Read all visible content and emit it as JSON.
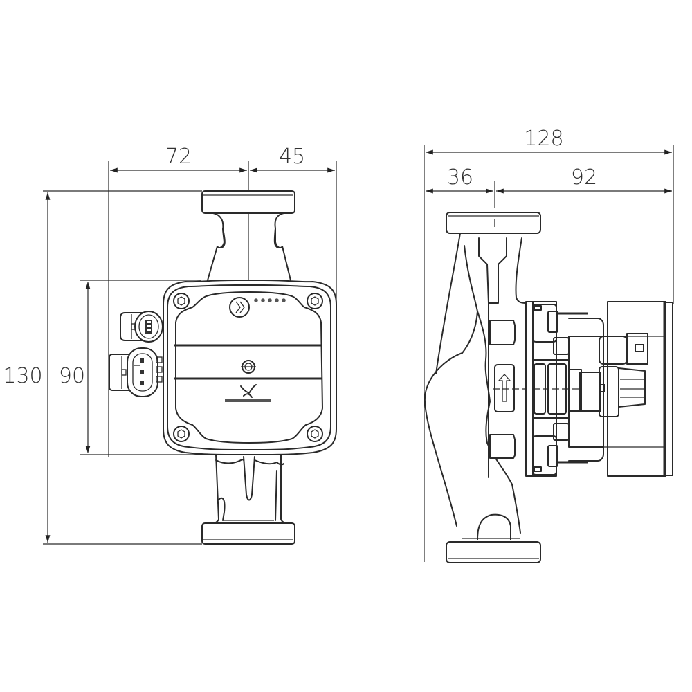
{
  "drawing": {
    "title": "Circulator pump dimensional drawing",
    "units": "mm",
    "line_color": "#2a2a2a",
    "background": "#ffffff"
  },
  "front_view": {
    "dimensions": {
      "width_left_of_axis": "72",
      "width_right_of_axis": "45",
      "overall_height": "130",
      "housing_height": "90"
    },
    "features": [
      "inlet-flange",
      "outlet-flange",
      "control-box",
      "led-indicator-row",
      "mode-button",
      "power-connector",
      "signal-connector",
      "brand-logo"
    ],
    "led_count": 5
  },
  "side_view": {
    "dimensions": {
      "overall_depth": "128",
      "axis_to_back": "36",
      "axis_to_front": "92"
    },
    "features": [
      "flow-direction-arrow",
      "motor-housing",
      "connector-block"
    ]
  }
}
